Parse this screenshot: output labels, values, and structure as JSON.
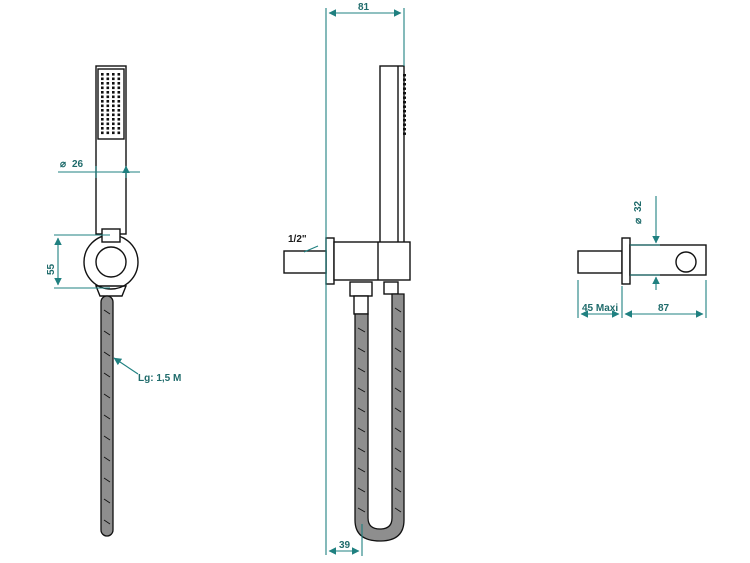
{
  "labels": {
    "diam_handle": "26",
    "diam_symbol": "⌀",
    "height_holder": "55",
    "hose_length": "Lg: 1,5 M",
    "width_total": "81",
    "thread": "1/2\"",
    "hose_offset": "39",
    "diam_flange": "32",
    "depth_max": "45  Maxi",
    "depth_holder": "87"
  },
  "colors": {
    "dimension": "#1f8080",
    "outline": "#111111",
    "hose": "#8e8e8e"
  }
}
